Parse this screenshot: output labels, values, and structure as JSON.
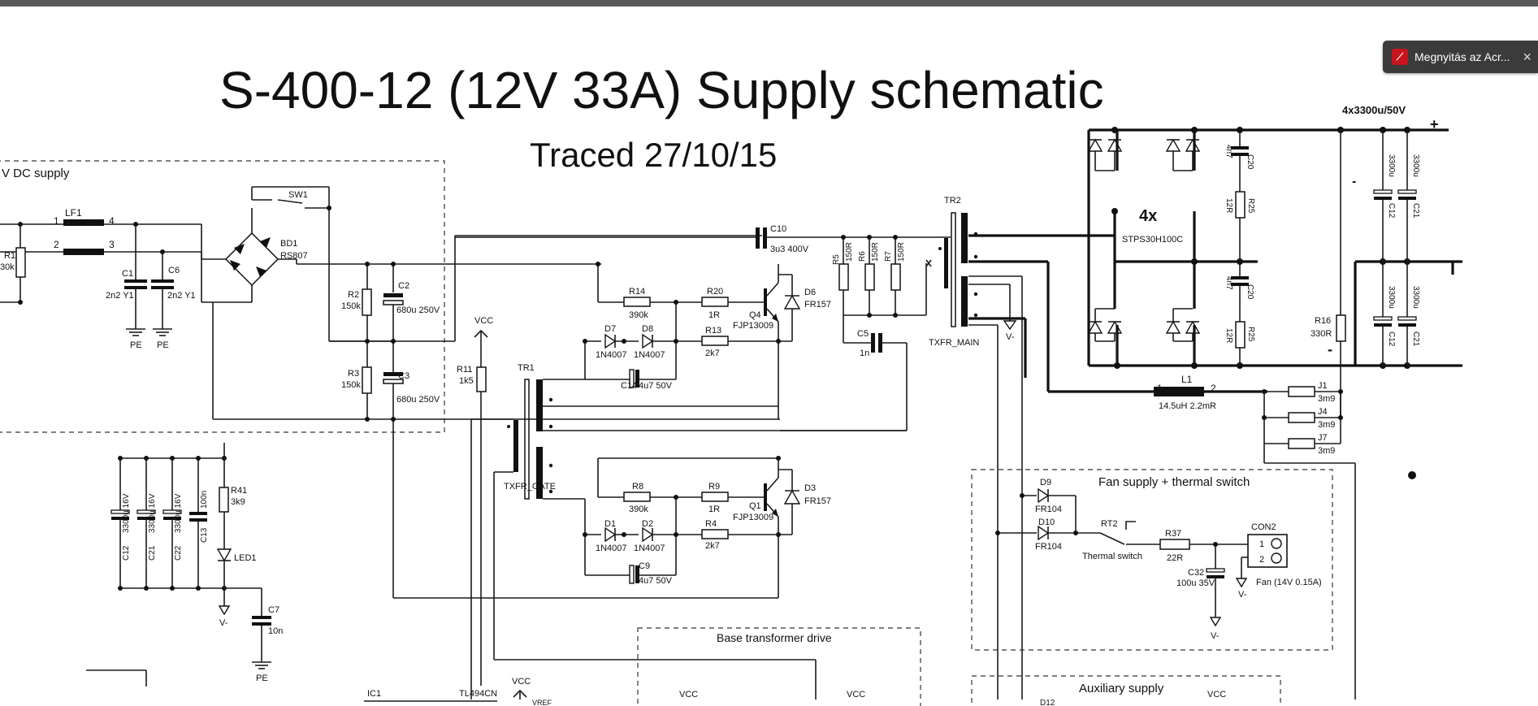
{
  "title": "S-400-12 (12V 33A) Supply schematic",
  "subtitle": "Traced 27/10/15",
  "sections": {
    "dc_supply": "V DC supply",
    "fan_supply": "Fan supply + thermal switch",
    "base_drive": "Base transformer drive",
    "aux_supply": "Auxiliary supply"
  },
  "output": {
    "caps": "4x3300u/50V",
    "diodes_count": "4x",
    "diodes_part": "STPS30H100C",
    "plus": "+",
    "minus": "-"
  },
  "popup": {
    "label": "Megnyitás az Acr...",
    "icon": "pdf-icon",
    "close": "×"
  },
  "labels": {
    "lf1": "LF1",
    "lf1_p1": "1",
    "lf1_p2": "2",
    "lf1_p3": "3",
    "lf1_p4": "4",
    "r1": "R1",
    "r1v": "30k",
    "c1": "C1",
    "c1v": "2n2 Y1",
    "c6": "C6",
    "c6v": "2n2 Y1",
    "pe1": "PE",
    "pe2": "PE",
    "sw1": "SW1",
    "bd1": "BD1",
    "bd1v": "RS807",
    "r2": "R2",
    "r2v": "150k",
    "c2": "C2",
    "c2v": "680u 250V",
    "r3": "R3",
    "r3v": "150k",
    "c3": "C3",
    "c3v": "680u 250V",
    "c10": "C10",
    "c10v": "3u3 400V",
    "r5": "R5",
    "r5v": "150R",
    "r6": "R6",
    "r6v": "150R",
    "r7": "R7",
    "r7v": "150R",
    "c5": "C5",
    "c5v": "1n",
    "tr2": "TR2",
    "txfr_main": "TXFR_MAIN",
    "vminus_tr2": "V-",
    "vcc1": "VCC",
    "r11": "R11",
    "r11v": "1k5",
    "tr1": "TR1",
    "txfr_gate": "TXFR_GATE",
    "r14": "R14",
    "r14v": "390k",
    "r20": "R20",
    "r20v": "1R",
    "q4": "Q4",
    "q4v": "FJP13009",
    "d6": "D6",
    "d6v": "FR157",
    "d7": "D7",
    "d7v": "1N4007",
    "d8": "D8",
    "d8v": "1N4007",
    "r13": "R13",
    "r13v": "2k7",
    "c14": "C14",
    "c14v": "4u7 50V",
    "r8": "R8",
    "r8v": "390k",
    "r9": "R9",
    "r9v": "1R",
    "q1": "Q1",
    "q1v": "FJP13009",
    "d3": "D3",
    "d3v": "FR157",
    "d1": "D1",
    "d1v": "1N4007",
    "d2": "D2",
    "d2v": "1N4007",
    "r4": "R4",
    "r4v": "2k7",
    "c9": "C9",
    "c9v": "4u7 50V",
    "c12a": "C12",
    "c12av": "3300u 16V",
    "c21a": "C21",
    "c21av": "3300u 16V",
    "c22": "C22",
    "c22v": "3300u 16V",
    "c13": "C13",
    "c13v": "100n",
    "r41": "R41",
    "r41v": "3k9",
    "led1": "LED1",
    "vminus_led": "V-",
    "c7": "C7",
    "c7v": "10n",
    "pe3": "PE",
    "ic1": "IC1",
    "ic1v": "TL494CN",
    "vcc2": "VCC",
    "vref": "VREF",
    "vcc3": "VCC",
    "vcc4": "VCC",
    "vcc5": "VCC",
    "c20a": "C20",
    "c20av": "4n7",
    "r25a": "R25",
    "r25av": "12R",
    "c20b": "C20",
    "c20bv": "4n7",
    "r25b": "R25",
    "r25bv": "12R",
    "c12b": "C12",
    "c12bv": "3300u",
    "c21b": "C21",
    "c21bv": "3300u",
    "c12c": "C12",
    "c12cv": "3300u",
    "c21c": "C21",
    "c21cv": "3300u",
    "r16": "R16",
    "r16v": "330R",
    "l1": "L1",
    "l1p1": "1",
    "l1p2": "2",
    "l1v": "14.5uH 2.2mR",
    "j1": "J1",
    "j1v": "3m9",
    "j4": "J4",
    "j4v": "3m9",
    "j7": "J7",
    "j7v": "3m9",
    "d9": "D9",
    "d9v": "FR104",
    "d10": "D10",
    "d10v": "FR104",
    "rt2": "RT2",
    "rt2v": "Thermal switch",
    "r37": "R37",
    "r37v": "22R",
    "c32": "C32",
    "c32v": "100u 35V",
    "vminus_c32": "V-",
    "con2": "CON2",
    "con2_1": "1",
    "con2_2": "2",
    "fan": "Fan (14V 0.15A)",
    "vminus_fan": "V-",
    "d12": "D12"
  }
}
